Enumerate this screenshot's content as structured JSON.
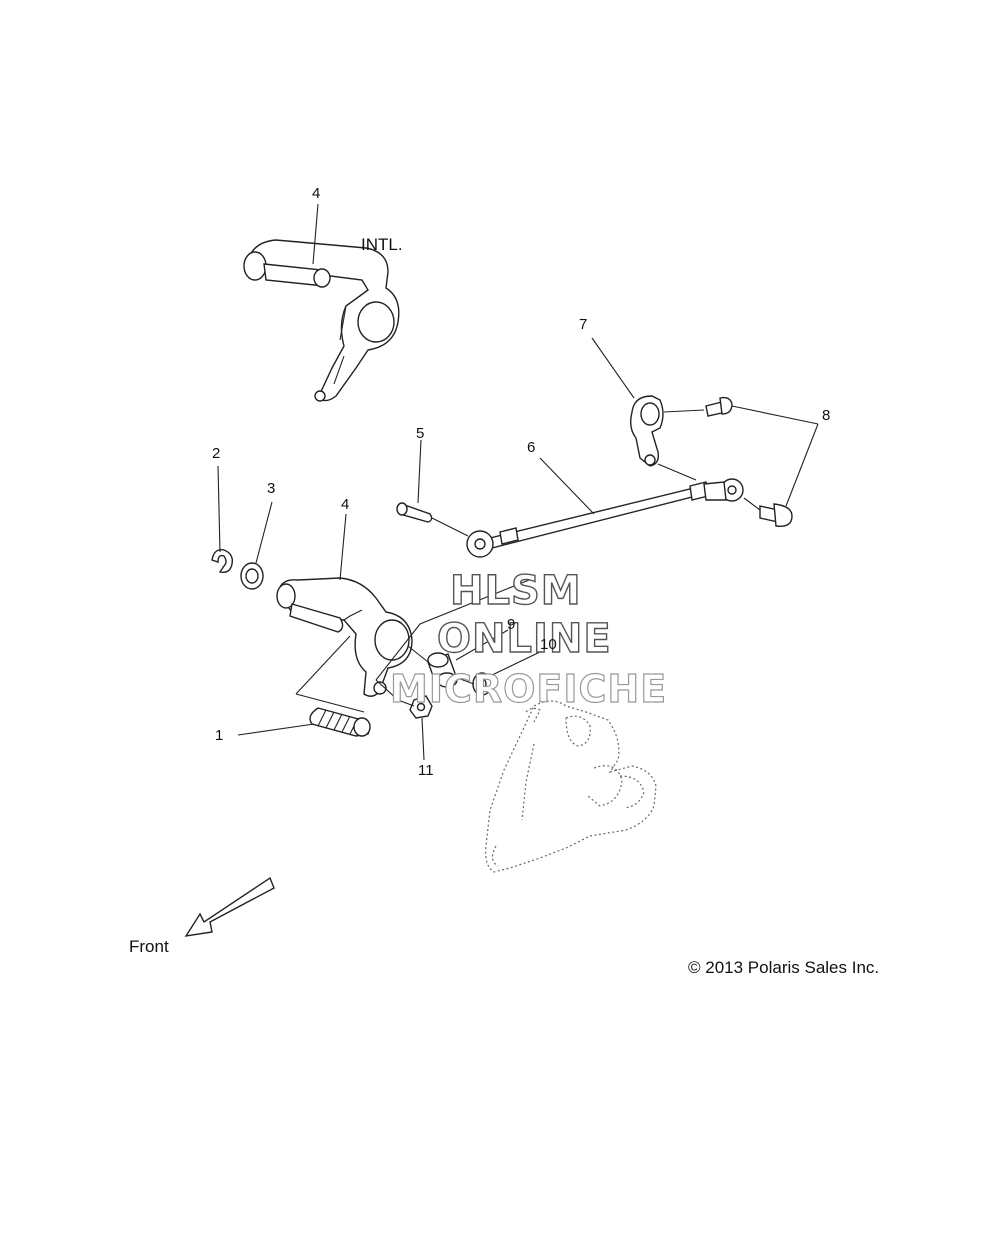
{
  "labels": {
    "callout_1": "1",
    "callout_2": "2",
    "callout_3": "3",
    "callout_4_top": "4",
    "callout_4_mid": "4",
    "callout_5": "5",
    "callout_6": "6",
    "callout_7": "7",
    "callout_8": "8",
    "callout_9": "9",
    "callout_10": "10",
    "callout_11": "11",
    "intl": "INTL.",
    "front": "Front",
    "copyright": "© 2013 Polaris Sales Inc."
  },
  "watermark": {
    "line1": "HLSM",
    "line2": "ONLINE",
    "line3": "MICROFICHE"
  }
}
